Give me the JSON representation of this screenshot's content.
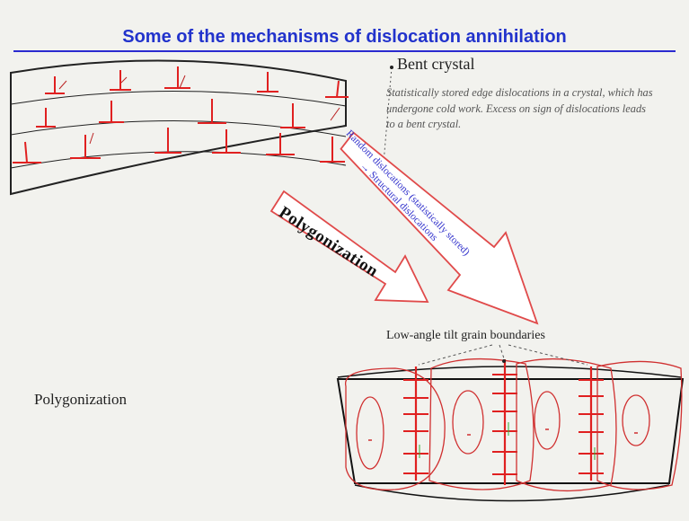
{
  "slide": {
    "title": "Some of the mechanisms of dislocation annihilation",
    "accent_color": "#2233cc",
    "dislocation_color": "#e02020"
  },
  "bent_crystal": {
    "title": "Bent crystal",
    "description": "Statistically stored edge dislocations in a crystal, which has undergone cold work. Excess on sign of dislocations leads to a bent crystal."
  },
  "arrows": {
    "polygonization_label": "Polygonization",
    "random_label_line1": "Random dislocations (statistically stored)",
    "random_label_line2": "→ Structural dislocations"
  },
  "polygonized": {
    "boundaries_label": "Low-angle tilt grain boundaries"
  },
  "left_label": "Polygonization"
}
